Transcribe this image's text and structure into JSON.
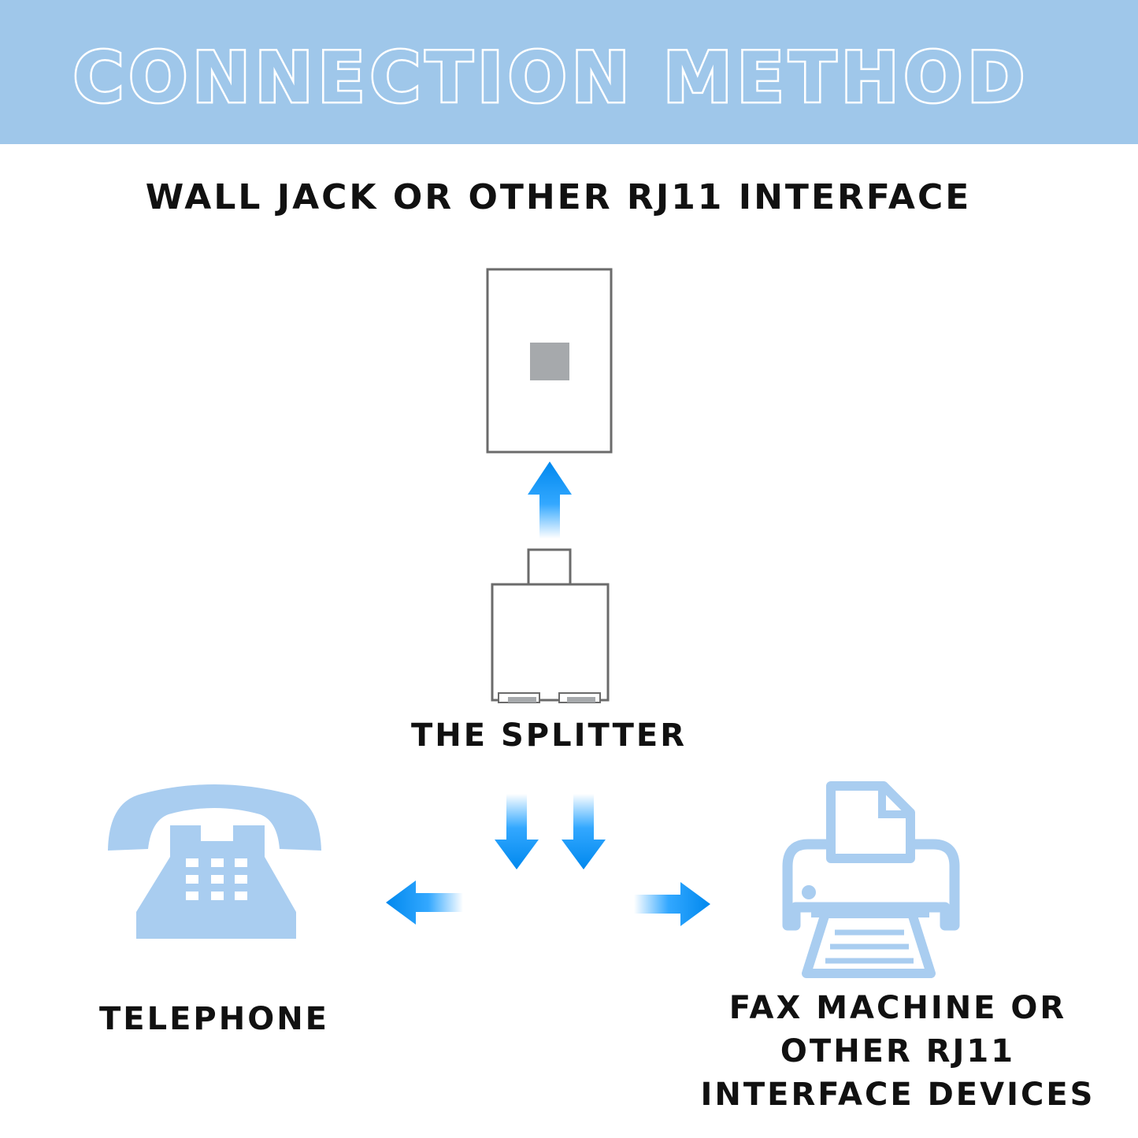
{
  "header": {
    "title": "CONNECTION METHOD"
  },
  "labels": {
    "wall_jack": "WALL JACK OR OTHER RJ11 INTERFACE",
    "splitter": "THE SPLITTER",
    "telephone": "TELEPHONE",
    "fax_lines": [
      "FAX MACHINE OR",
      "OTHER RJ11",
      "INTERFACE DEVICES"
    ]
  },
  "icons": [
    "wall-jack-icon",
    "splitter-icon",
    "telephone-icon",
    "printer-icon",
    "arrow-icon"
  ],
  "colors": {
    "banner": "#9fc7ea",
    "icon_fill": "#a9cdf0",
    "arrow_start": "#0088ee",
    "arrow_end": "#ffffff",
    "outline": "#6b6b6b",
    "port": "#a6a9ac"
  }
}
